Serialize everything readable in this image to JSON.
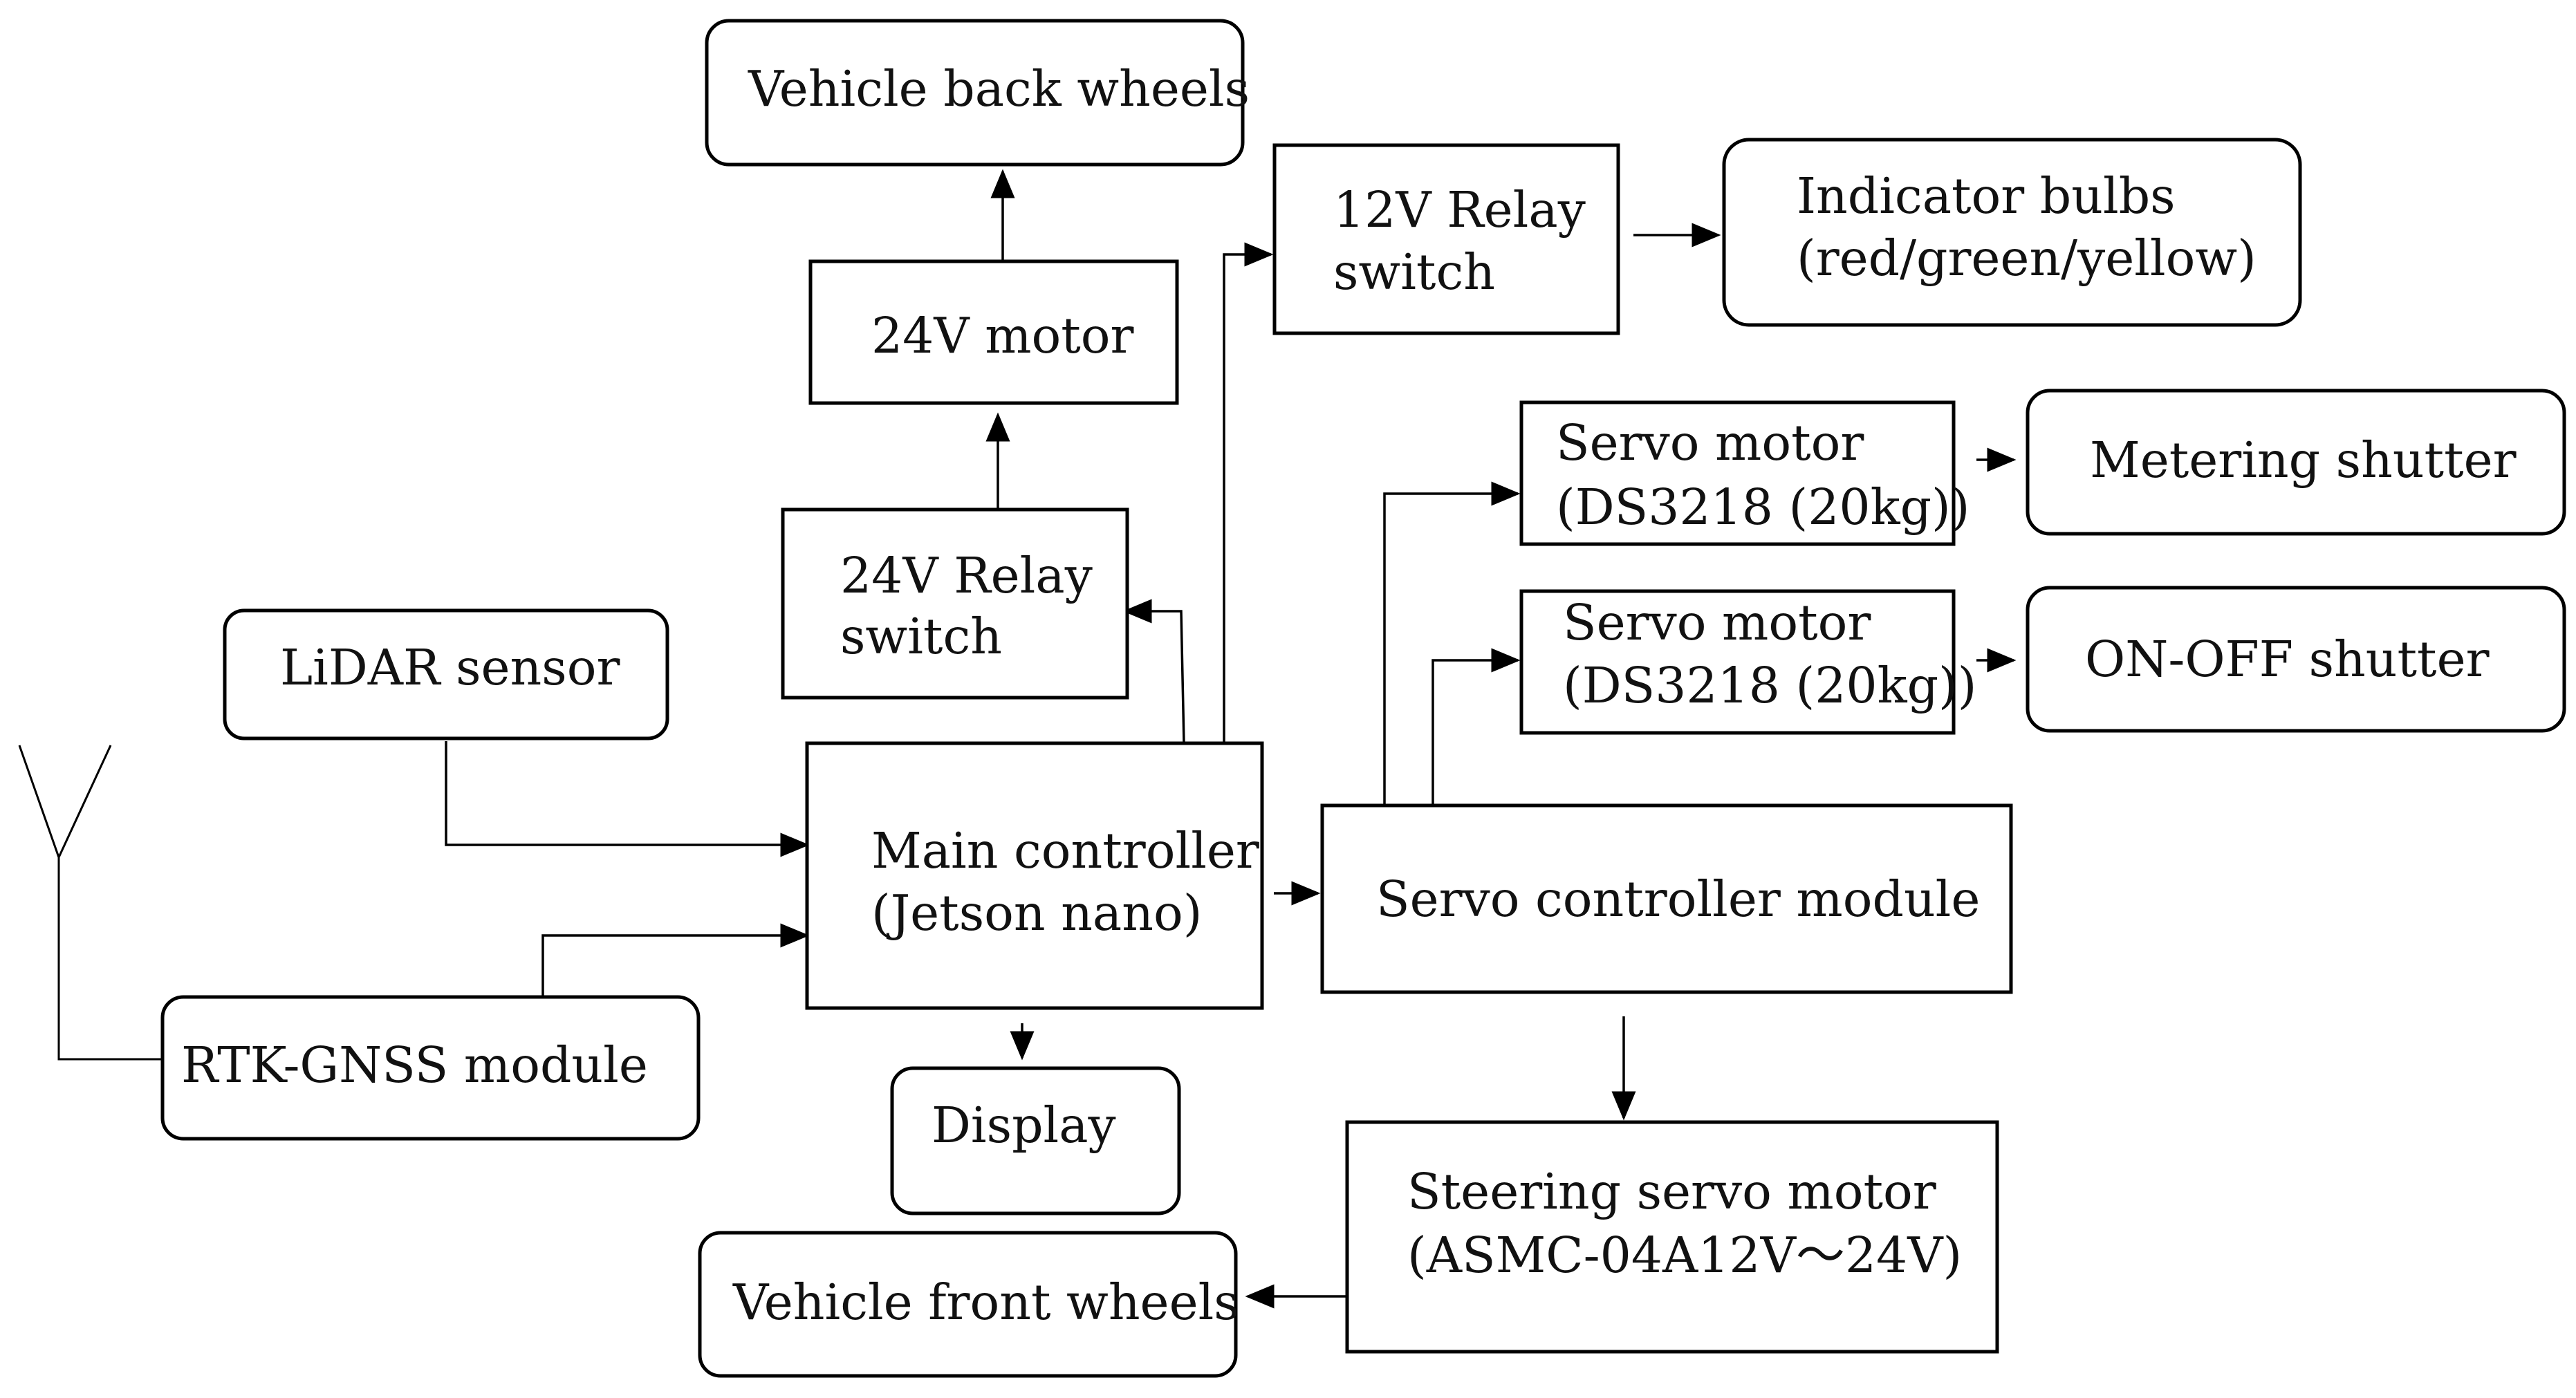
{
  "blocks": {
    "back_wheels": [
      "Vehicle back wheels"
    ],
    "motor_24v": [
      "24V motor"
    ],
    "relay_24v": [
      "24V Relay",
      "switch"
    ],
    "relay_12v": [
      "12V Relay",
      "switch"
    ],
    "indicator_bulbs": [
      "Indicator bulbs",
      "(red/green/yellow)"
    ],
    "servo_metering": [
      "Servo motor",
      "(DS3218 (20kg))"
    ],
    "metering_shutter": [
      "Metering shutter"
    ],
    "servo_onoff": [
      "Servo motor",
      "(DS3218 (20kg))"
    ],
    "onoff_shutter": [
      "ON-OFF shutter"
    ],
    "lidar": [
      "LiDAR sensor"
    ],
    "main_controller": [
      "Main controller",
      "(Jetson nano)"
    ],
    "servo_controller": [
      "Servo controller module"
    ],
    "rtk_gnss": [
      "RTK-GNSS module"
    ],
    "display": [
      "Display"
    ],
    "steering_servo": [
      "Steering servo motor",
      "(ASMC-04A12V～24V)"
    ],
    "front_wheels": [
      "Vehicle front wheels"
    ]
  },
  "connections": [
    [
      "lidar",
      "main_controller"
    ],
    [
      "rtk_gnss",
      "main_controller"
    ],
    [
      "main_controller",
      "relay_24v"
    ],
    [
      "relay_24v",
      "motor_24v"
    ],
    [
      "motor_24v",
      "back_wheels"
    ],
    [
      "main_controller",
      "relay_12v"
    ],
    [
      "relay_12v",
      "indicator_bulbs"
    ],
    [
      "main_controller",
      "servo_controller"
    ],
    [
      "main_controller",
      "display"
    ],
    [
      "servo_controller",
      "servo_metering"
    ],
    [
      "servo_controller",
      "servo_onoff"
    ],
    [
      "servo_metering",
      "metering_shutter"
    ],
    [
      "servo_onoff",
      "onoff_shutter"
    ],
    [
      "servo_controller",
      "steering_servo"
    ],
    [
      "steering_servo",
      "front_wheels"
    ]
  ],
  "colors": {
    "stroke": "#000000",
    "background": "#ffffff",
    "text": "#111111"
  }
}
